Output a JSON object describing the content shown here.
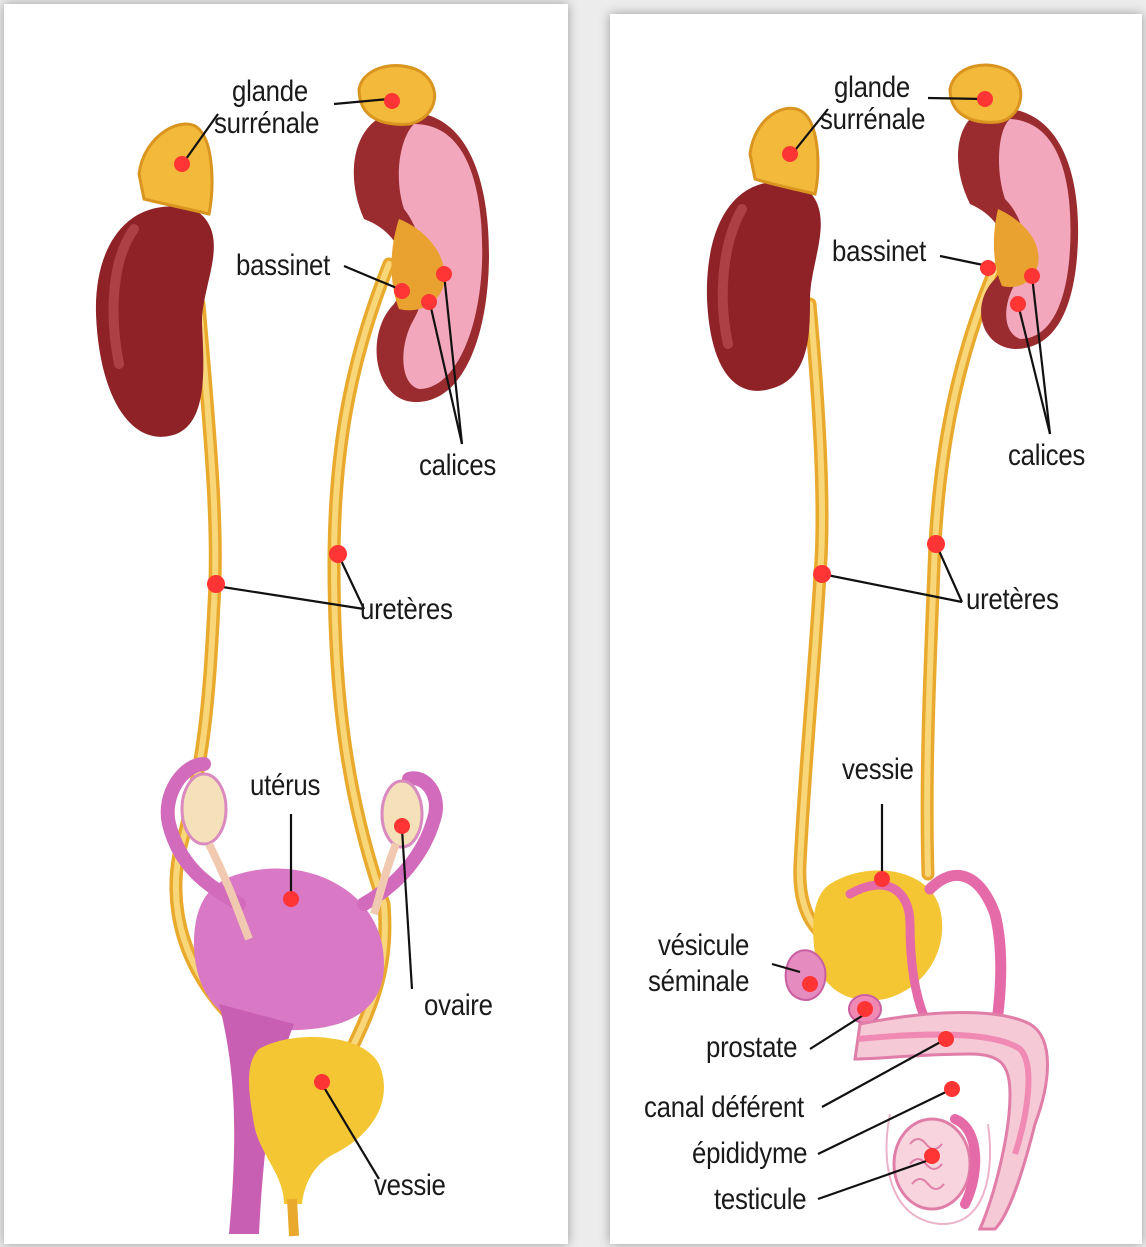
{
  "colors": {
    "kidney": "#8e2226",
    "adrenal": "#f2b93b",
    "ureter": "#f4c24a",
    "bladder": "#f5c633",
    "uterus": "#d978c4",
    "male_organs": "#e46aa8",
    "marker": "#ff3535"
  },
  "female": {
    "labels": {
      "glande": "glande",
      "surrenale": "surrénale",
      "bassinet": "bassinet",
      "calices": "calices",
      "ureteres": "uretères",
      "uterus": "utérus",
      "ovaire": "ovaire",
      "vessie": "vessie"
    }
  },
  "male": {
    "labels": {
      "glande": "glande",
      "surrenale": "surrénale",
      "bassinet": "bassinet",
      "calices": "calices",
      "ureteres": "uretères",
      "vessie": "vessie",
      "vesicule": "vésicule",
      "seminale": "séminale",
      "prostate": "prostate",
      "canal_deferent": "canal déférent",
      "epididyme": "épididyme",
      "testicule": "testicule"
    }
  }
}
